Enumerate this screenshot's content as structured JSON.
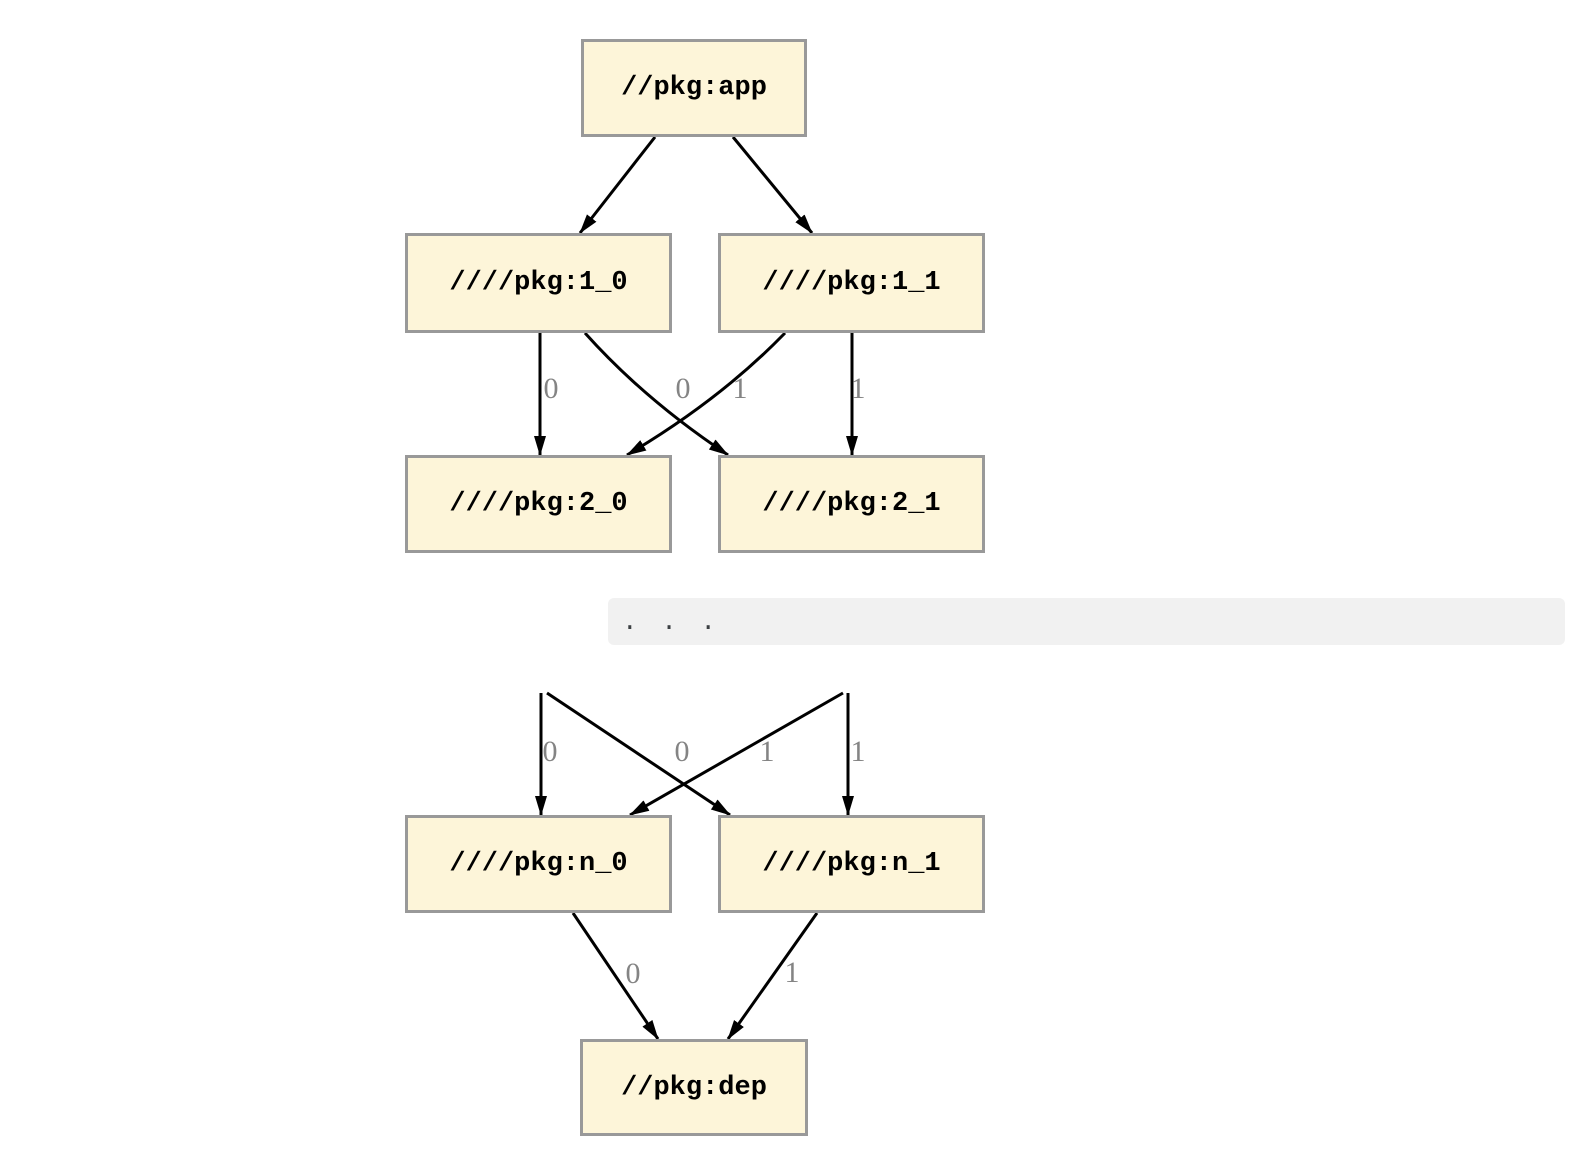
{
  "diagram": {
    "nodes": [
      {
        "id": "app",
        "label": "//pkg:app"
      },
      {
        "id": "1_0",
        "label": "////pkg:1_0"
      },
      {
        "id": "1_1",
        "label": "////pkg:1_1"
      },
      {
        "id": "2_0",
        "label": "////pkg:2_0"
      },
      {
        "id": "2_1",
        "label": "////pkg:2_1"
      },
      {
        "id": "n_0",
        "label": "////pkg:n_0"
      },
      {
        "id": "n_1",
        "label": "////pkg:n_1"
      },
      {
        "id": "dep",
        "label": "//pkg:dep"
      }
    ],
    "ellipsis": ". . .",
    "edges": [
      {
        "from": "app",
        "to": "1_0",
        "label": ""
      },
      {
        "from": "app",
        "to": "1_1",
        "label": ""
      },
      {
        "from": "1_0",
        "to": "2_0",
        "label": "0"
      },
      {
        "from": "1_1",
        "to": "2_0",
        "label": "0"
      },
      {
        "from": "1_0",
        "to": "2_1",
        "label": "1"
      },
      {
        "from": "1_1",
        "to": "2_1",
        "label": "1"
      },
      {
        "from": "...",
        "to": "n_0",
        "label": "0"
      },
      {
        "from": "...",
        "to": "n_0",
        "label": "0"
      },
      {
        "from": "...",
        "to": "n_1",
        "label": "1"
      },
      {
        "from": "...",
        "to": "n_1",
        "label": "1"
      },
      {
        "from": "n_0",
        "to": "dep",
        "label": "0"
      },
      {
        "from": "n_1",
        "to": "dep",
        "label": "1"
      }
    ],
    "colors": {
      "node_fill": "#FDF5D9",
      "node_border": "#999999",
      "edge": "#000000",
      "edge_label": "#848484",
      "ellipsis_bg": "#F1F1F1",
      "ellipsis_text": "#3C4043"
    }
  }
}
